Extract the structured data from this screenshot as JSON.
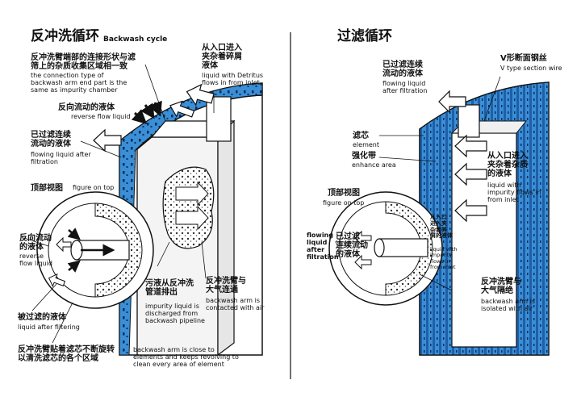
{
  "colors": {
    "filter_blue": "#3a8fd6",
    "filter_dark": "#1f5fa8",
    "line": "#111111",
    "background": "#ffffff"
  },
  "left": {
    "title_zh": "反冲洗循环",
    "title_en": "Backwash cycle",
    "connection_zh": "反冲洗臂端部的连接形状与滤\n筛上的杂质收集区域相一致",
    "connection_en": "the connection type of\nbackwash arm end part is the\nsame as impurity chamber",
    "reverse_zh": "反向流动的液体",
    "reverse_en": "reverse flow liquid",
    "filtered_zh": "已过滤连续\n流动的液体",
    "filtered_en": "flowing liquid after\nfiltration",
    "inlet_zh": "从入口进入\n夹杂着碎屑\n液体",
    "inlet_en": "liquid with Detritus\nflows in from inlet",
    "top_view_zh": "顶部视图",
    "top_view_en": "figure on top",
    "rev_zh": "反向流动\n的液体",
    "rev_en": "reverse\nflow liquid",
    "liquid_filtering_zh": "被过滤的液体",
    "liquid_filtering_en": "liquid after filtering",
    "discharge_zh": "污液从反冲洗\n管道排出",
    "discharge_en": "impurity liquid is\ndischarged from\nbackwash pipeline",
    "air_zh": "反冲洗臂与\n大气连通",
    "air_en": "backwash arm is\ncontacted with air",
    "revolve_zh": "反冲洗臂贴着滤芯不断旋转\n以清洗滤芯的各个区域",
    "revolve_en": "backwash arm is close to\nelements and keeps revolving to\nclean every area of element"
  },
  "right": {
    "title_zh": "过滤循环",
    "filtered_zh": "已过滤连续\n流动的液体",
    "filtered_en": "flowing liquid\nafter filtration",
    "vwire_zh": "V形断面钢丝",
    "vwire_en": "V type section wire",
    "element_zh": "滤芯",
    "element_en": "element",
    "enhance_zh": "强化带",
    "enhance_en": "enhance area",
    "inlet_zh": "从入口进入\n夹杂着杂质\n的液体",
    "inlet_en": "liquid with\nimpurity flows in\nfrom inlet",
    "top_view_zh": "顶部视图",
    "top_view_en": "figure on top",
    "flowing_en": "flowing\nliquid\nafter\nfiltration",
    "flowing_zh": "已过滤\n连续流动\n的液体",
    "circle_inlet_zh": "从入口\n进入夹\n杂着碎\n屑的液体",
    "circle_inlet_en": "liquid with\nimpurity\nflows in\nfrom inlet",
    "isolated_zh": "反冲洗臂与\n大气隔绝",
    "isolated_en": "backwash arm is\nisolated with air"
  }
}
